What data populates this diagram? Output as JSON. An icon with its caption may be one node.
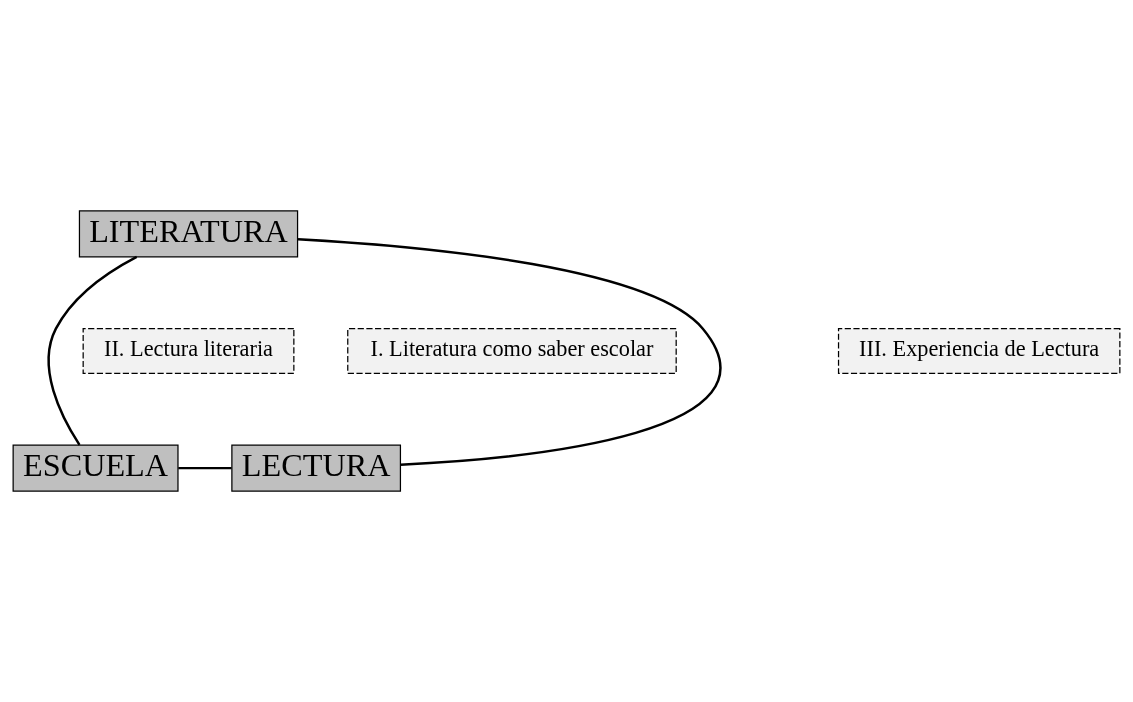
{
  "diagram": {
    "nodes": [
      {
        "text": [
          "LITERATURA"
        ]
      },
      {
        "text": [
          "ESCUELA"
        ]
      },
      {
        "text": [
          "LECTURA"
        ]
      },
      {
        "text": [
          "I. Literatura como saber escolar"
        ]
      },
      {
        "text": [
          "II. Lectura literaria"
        ]
      },
      {
        "text": [
          "III. Experiencia de Lectura"
        ]
      }
    ],
    "edges": [
      {
        "from": 0,
        "to": 1,
        "arrow": "none"
      },
      {
        "from": 0,
        "to": 2,
        "arrow": "none"
      },
      {
        "from": 1,
        "to": 2,
        "arrow": "none"
      }
    ]
  }
}
